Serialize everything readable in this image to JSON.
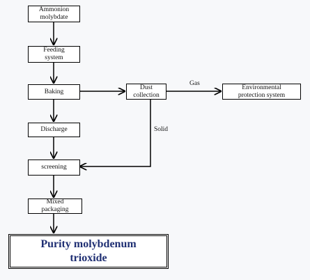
{
  "flowchart": {
    "nodes": {
      "ammonium_molybdate": "Ammonion\nmolybdate",
      "feeding_system": "Feeding\nsystem",
      "baking": "Baking",
      "discharge": "Discharge",
      "screening": "screening",
      "mixed_packaging": "Mixed\npackaging",
      "final_product": "Purity molybdenum\ntrioxide",
      "dust_collection": "Dust\ncollection",
      "environmental_protection": "Environmental\nprotection system"
    },
    "edge_labels": {
      "gas": "Gas",
      "solid": "Solid"
    },
    "edges": [
      {
        "from": "ammonium_molybdate",
        "to": "feeding_system"
      },
      {
        "from": "feeding_system",
        "to": "baking"
      },
      {
        "from": "baking",
        "to": "discharge"
      },
      {
        "from": "discharge",
        "to": "screening"
      },
      {
        "from": "screening",
        "to": "mixed_packaging"
      },
      {
        "from": "mixed_packaging",
        "to": "final_product"
      },
      {
        "from": "baking",
        "to": "dust_collection"
      },
      {
        "from": "dust_collection",
        "to": "environmental_protection",
        "label": "Gas"
      },
      {
        "from": "dust_collection",
        "to": "screening",
        "label": "Solid"
      }
    ],
    "colors": {
      "line": "#000000",
      "final_text": "#1f2f73",
      "background": "#f7f8fa"
    }
  }
}
